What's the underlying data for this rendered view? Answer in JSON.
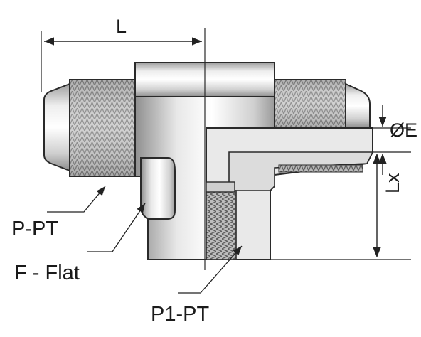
{
  "labels": {
    "length": "L",
    "diameter": "ØE",
    "lx": "Lx",
    "p_pt": "P-PT",
    "f_flat": "F - Flat",
    "p1_pt": "P1-PT"
  },
  "colors": {
    "outline": "#2a2a2a",
    "metal_light": "#f3f3f3",
    "metal_mid": "#d6d6d6",
    "metal_dark": "#9a9a9a",
    "thread_dark": "#6a6a6a",
    "section_face": "#e9e9e9",
    "dimension_line": "#222222"
  }
}
